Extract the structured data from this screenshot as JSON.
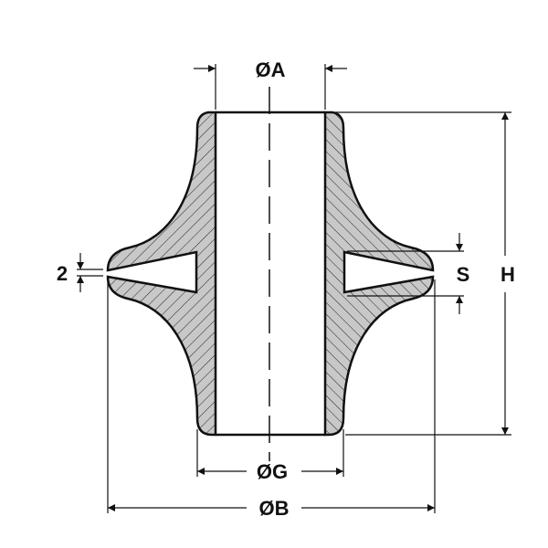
{
  "labels": {
    "bore_diameter": "ØA",
    "outer_diameter": "ØB",
    "body_diameter": "ØG",
    "height": "H",
    "slot": "S",
    "gap": "2"
  },
  "colors": {
    "fill": "#c8c8c8",
    "line": "#111111"
  }
}
